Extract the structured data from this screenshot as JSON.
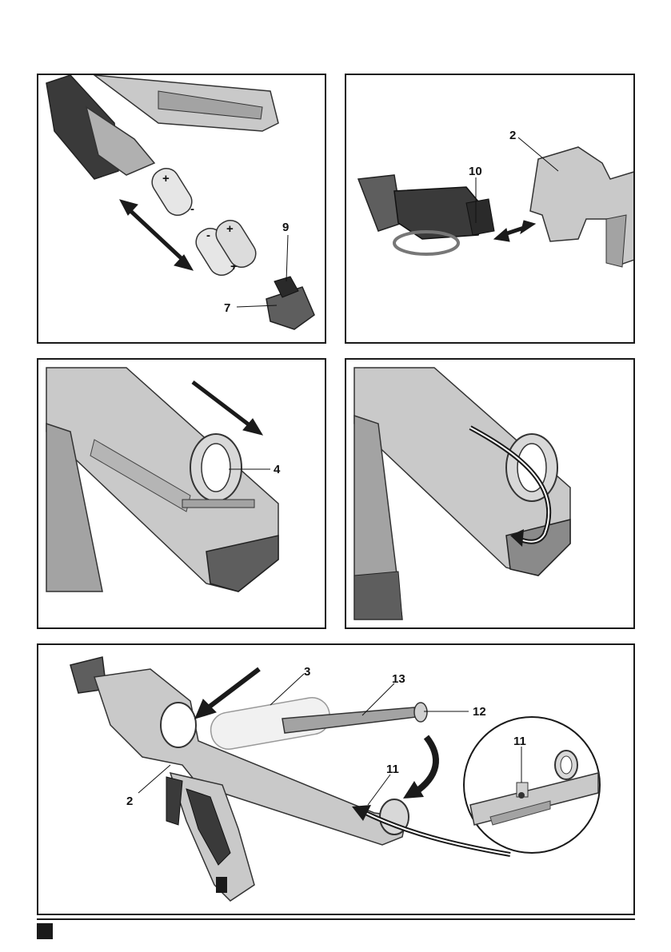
{
  "colors": {
    "frame": "#1a1a1a",
    "body_light": "#c9c9c9",
    "body_mid": "#a3a3a3",
    "body_dark": "#5e5e5e",
    "grip": "#3a3a3a",
    "battery": "#e6e6e6",
    "arrow": "#1a1a1a",
    "transparent_tube": "#eeeeee"
  },
  "panels": [
    {
      "id": "fig1",
      "callouts": [
        "9",
        "7"
      ]
    },
    {
      "id": "fig2",
      "callouts": [
        "2",
        "10"
      ]
    },
    {
      "id": "fig3",
      "callouts": [
        "4"
      ]
    },
    {
      "id": "fig4",
      "callouts": []
    },
    {
      "id": "fig5",
      "callouts": [
        "3",
        "13",
        "12",
        "11",
        "2",
        "11"
      ]
    }
  ],
  "battery_marks": {
    "plus": "+",
    "minus": "-"
  }
}
